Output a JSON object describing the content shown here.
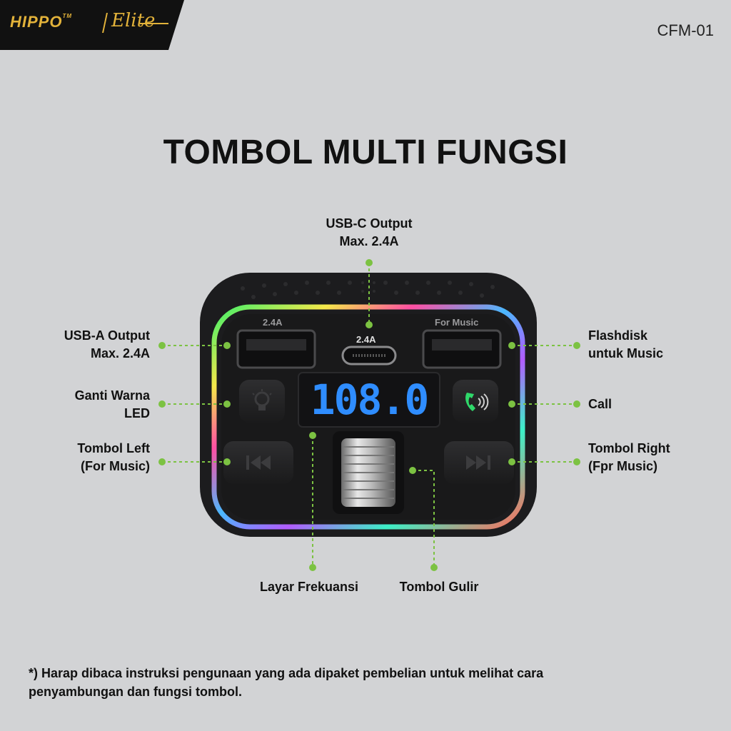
{
  "brand": {
    "name": "HIPPO",
    "trademark": "TM",
    "sub": "Elite"
  },
  "model": "CFM-01",
  "title": "TOMBOL MULTI FUNGSI",
  "device": {
    "usb_a_rating": "2.4A",
    "usb_c_rating": "2.4A",
    "usb_music_label": "For Music",
    "display_value": "108.0"
  },
  "callouts": {
    "usb_c": {
      "line1": "USB-C Output",
      "line2": "Max. 2.4A"
    },
    "usb_a": {
      "line1": "USB-A Output",
      "line2": "Max. 2.4A"
    },
    "led": {
      "line1": "Ganti Warna",
      "line2": "LED"
    },
    "left": {
      "line1": "Tombol Left",
      "line2": "(For Music)"
    },
    "flashdisk": {
      "line1": "Flashdisk",
      "line2": "untuk Music"
    },
    "call": {
      "line1": "Call"
    },
    "right": {
      "line1": "Tombol Right",
      "line2": "(Fpr Music)"
    },
    "screen": {
      "line1": "Layar Frekuansi"
    },
    "scroll": {
      "line1": "Tombol Gulir"
    }
  },
  "footnote": {
    "line1": "*) Harap dibaca instruksi pengunaan yang ada dipaket pembelian untuk melihat cara",
    "line2": "penyambungan dan fungsi tombol."
  },
  "colors": {
    "background": "#d2d3d5",
    "brand_gold": "#e2b23a",
    "brand_tab": "#111111",
    "callout_green": "#7cc242",
    "display_blue": "#2f8dff",
    "device_body": "#1c1c1e"
  }
}
